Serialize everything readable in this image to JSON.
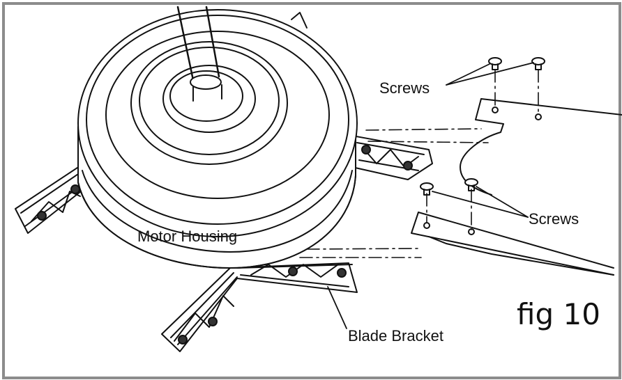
{
  "labels": {
    "screws_top": "Screws",
    "screws_bottom": "Screws",
    "motor_housing": "Motor Housing",
    "blade_bracket": "Blade Bracket",
    "figure": "fig 10"
  },
  "colors": {
    "frame": "#8c8c8c",
    "ink": "#111111"
  }
}
